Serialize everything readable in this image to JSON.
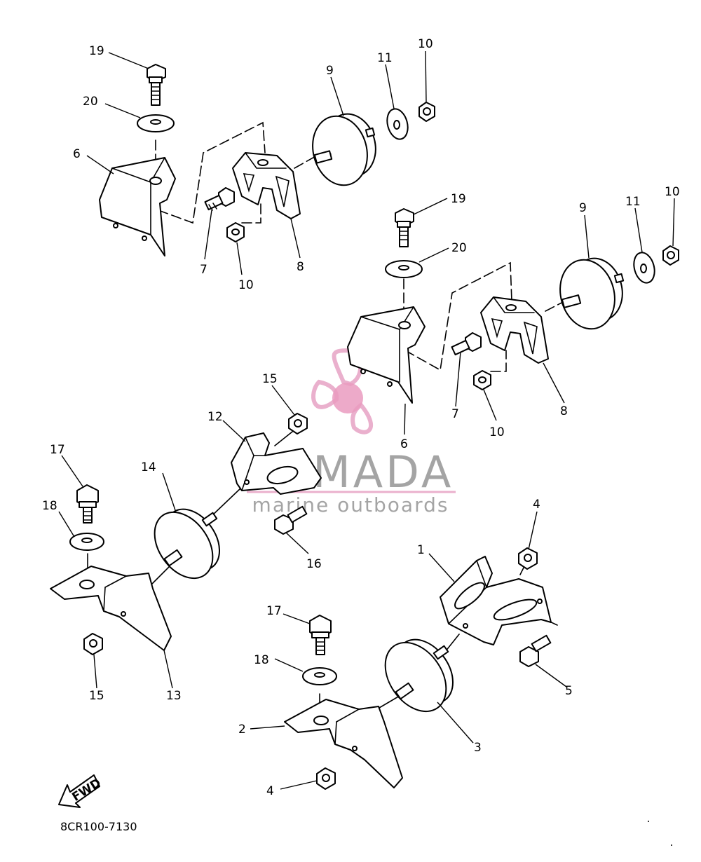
{
  "diagram_code": "8CR100-7130",
  "watermark": {
    "brand": "ARMADA",
    "tagline": "marine outboards",
    "colors": {
      "brand_text": "#7a7a7a",
      "propeller": "#e8a8c8",
      "hub": "#e890b8"
    }
  },
  "fwd_arrow": {
    "label": "FWD"
  },
  "callouts": {
    "group_a": {
      "c19": "19",
      "c20": "20",
      "c6": "6",
      "c7": "7",
      "c8": "8",
      "c9": "9",
      "c10a": "10",
      "c10b": "10",
      "c11": "11"
    },
    "group_b": {
      "c19": "19",
      "c20": "20",
      "c6": "6",
      "c7": "7",
      "c8": "8",
      "c9": "9",
      "c10a": "10",
      "c10b": "10",
      "c11": "11"
    },
    "group_c": {
      "c12": "12",
      "c13": "13",
      "c14": "14",
      "c15a": "15",
      "c15b": "15",
      "c16": "16",
      "c17": "17",
      "c18": "18"
    },
    "group_d": {
      "c1": "1",
      "c2": "2",
      "c3": "3",
      "c4a": "4",
      "c4b": "4",
      "c5": "5",
      "c17": "17",
      "c18": "18"
    }
  }
}
